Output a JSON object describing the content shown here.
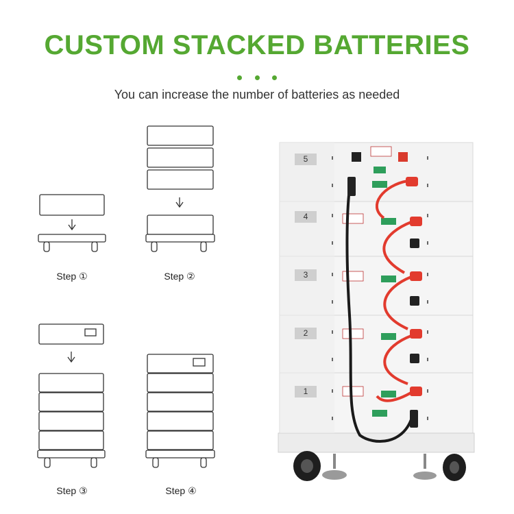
{
  "header": {
    "title": "CUSTOM STACKED BATTERIES",
    "subtitle": "You can increase the number of batteries as needed"
  },
  "steps": [
    {
      "label": "Step ①"
    },
    {
      "label": "Step ②"
    },
    {
      "label": "Step ③"
    },
    {
      "label": "Step ④"
    }
  ],
  "cabinet": {
    "module_numbers": [
      "5",
      "4",
      "3",
      "2",
      "1"
    ]
  },
  "colors": {
    "accent_green": "#55A832",
    "outline": "#333333",
    "cable_red": "#E23B2E",
    "connector_green": "#2E9E5B"
  }
}
